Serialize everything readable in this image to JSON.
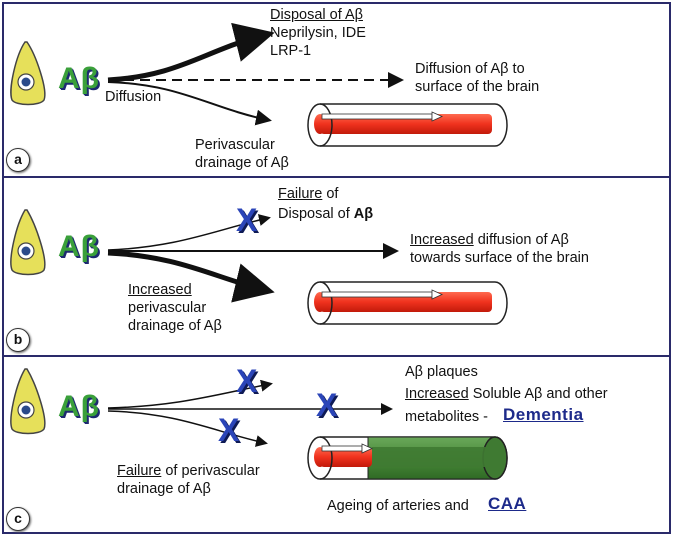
{
  "panels": [
    {
      "label": "a",
      "source_label": "Aβ",
      "diffusion_label": "Diffusion",
      "disposal_title": "Disposal of Aβ",
      "disposal_line2": "Neprilysin, IDE",
      "disposal_line3": "LRP-1",
      "surface_line1": "Diffusion of Aβ to",
      "surface_line2": "surface of the brain",
      "drain_line1": "Perivascular",
      "drain_line2": "drainage of Aβ"
    },
    {
      "label": "b",
      "source_label": "Aβ",
      "failure_word": "Failure",
      "failure_rest": " of",
      "disposal_prefix": "Disposal of ",
      "disposal_ab": "Aβ",
      "increased_word": "Increased",
      "surface_rest": " diffusion of Aβ",
      "surface_line2": "towards surface of the brain",
      "drain_increased": "Increased",
      "drain_line2": "perivascular",
      "drain_line3": "drainage of Aβ"
    },
    {
      "label": "c",
      "source_label": "Aβ",
      "plaques": "Aβ plaques",
      "increased_word": "Increased",
      "soluble_rest": " Soluble Aβ and other",
      "metabolites": "metabolites - ",
      "dementia": "Dementia",
      "failure_word": "Failure",
      "failure_rest": " of perivascular",
      "drain_line2": "drainage of Aβ",
      "ageing": "Ageing of arteries and ",
      "caa": "CAA"
    }
  ],
  "colors": {
    "border": "#2a2a6a",
    "cell_fill": "#e6e05a",
    "ab_text": "#3aa03a",
    "artery_red": "#f0321e",
    "artery_green": "#4a8a3a",
    "x_mark": "#2b45b8"
  }
}
